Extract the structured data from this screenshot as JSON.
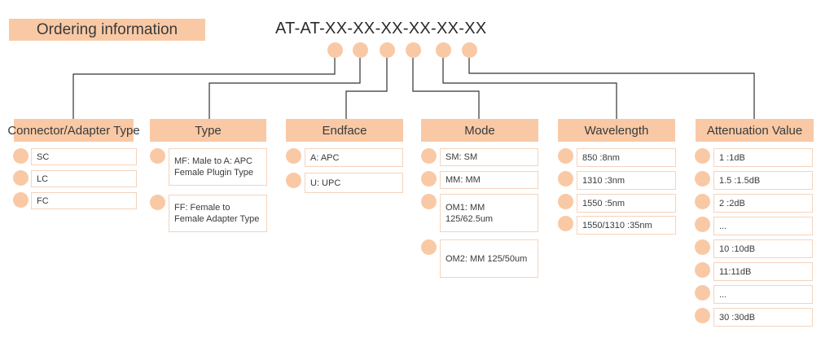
{
  "title": "Ordering information",
  "code": "AT-AT-XX-XX-XX-XX-XX-XX",
  "colors": {
    "accent": "#f9c9a5",
    "border": "#f5d3bc",
    "line": "#333333"
  },
  "columns": [
    {
      "header": "Connector/Adapter Type",
      "items": [
        "SC",
        "LC",
        "FC"
      ]
    },
    {
      "header": "Type",
      "items": [
        "MF: Male to A: APC Female Plugin Type",
        "FF: Female to Female Adapter Type"
      ]
    },
    {
      "header": "Endface",
      "items": [
        "A: APC",
        "U: UPC"
      ]
    },
    {
      "header": "Mode",
      "items": [
        "SM: SM",
        "MM: MM",
        "OM1: MM 125/62.5um",
        "OM2: MM 125/50um"
      ]
    },
    {
      "header": "Wavelength",
      "items": [
        "850 :8nm",
        "1310 :3nm",
        "1550 :5nm",
        "1550/1310 :35nm"
      ]
    },
    {
      "header": "Attenuation Value",
      "items": [
        "1 :1dB",
        "1.5 :1.5dB",
        "2 :2dB",
        "...",
        "10 :10dB",
        "11:11dB",
        "...",
        "30 :30dB"
      ]
    }
  ]
}
